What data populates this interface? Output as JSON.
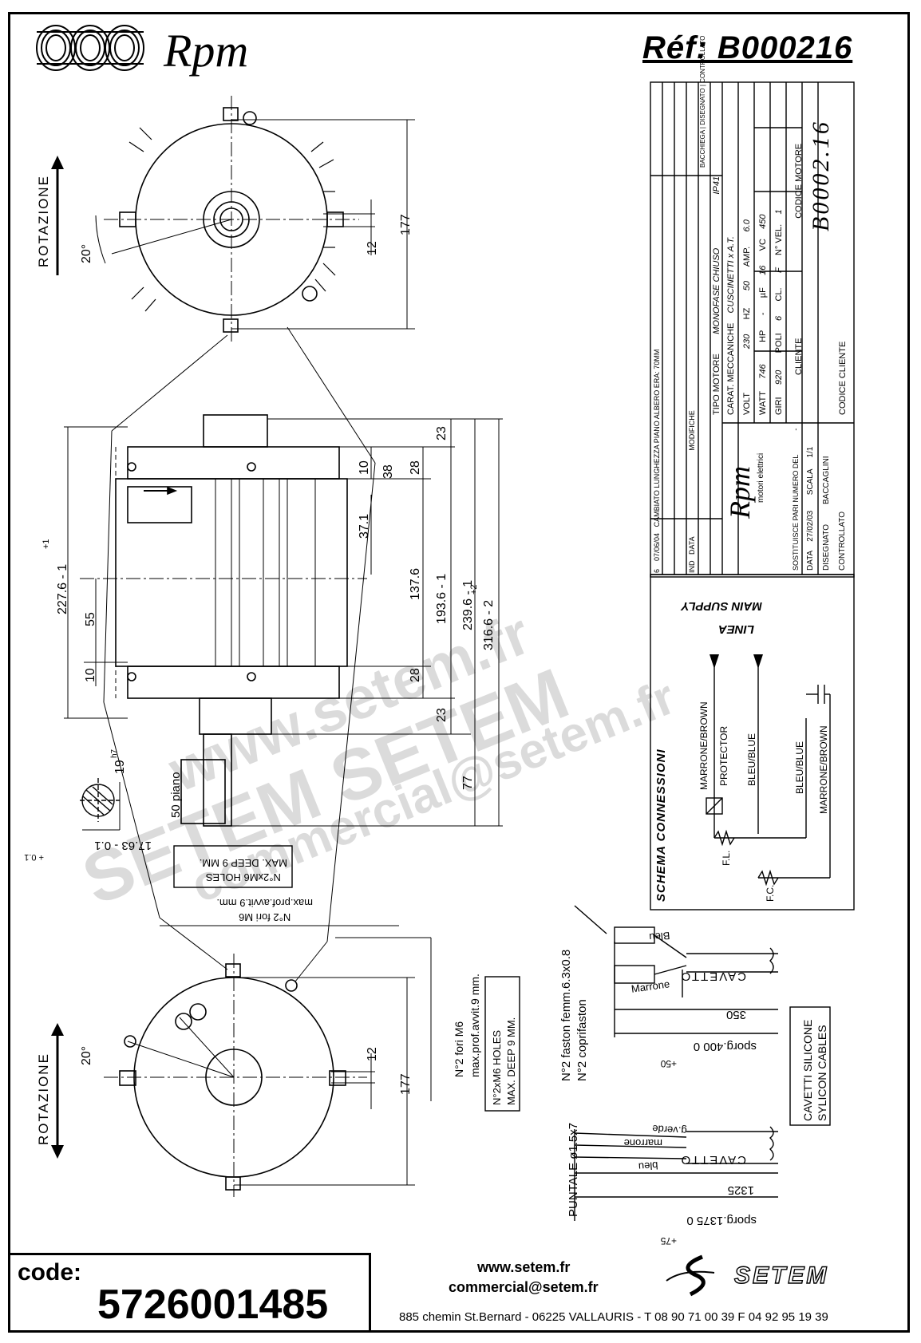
{
  "header": {
    "brand": "Rpm",
    "reference": "Réf:  B000216"
  },
  "drawing": {
    "rotation_label": "ROTAZIONE",
    "angle": "20°",
    "dim_12": "12",
    "dim_177": "177",
    "dim_23": "23",
    "dim_28": "28",
    "dim_38": "38",
    "dim_10": "10",
    "dim_37_1": "37.1",
    "dim_137_6": "137.6",
    "dim_193_6": "193.6 - 1",
    "dim_239_6": "239.6 - 1",
    "dim_316_6": "316.6 - 2",
    "dim_316_tol": "+2",
    "dim_227_6": "227.6 - 1",
    "dim_227_tol": "+1",
    "dim_55": "55",
    "dim_77": "77",
    "dim_19": "19",
    "dim_19_tol": "h7",
    "dim_50": "50",
    "dim_piano": "piano",
    "dim_17_63": "17.63 - 0.1",
    "dim_17_tol": "+ 0.1",
    "holes_it": "N°2 fori M6",
    "holes_it_depth": "max.prof.avvit.9 mm.",
    "holes_en": "N°2xM6 HOLES",
    "holes_en_depth": "MAX. DEEP 9 MM.",
    "faston": "N°2 faston femm.6.3x0.8",
    "coprifaston": "N°2 coprifaston",
    "bleu": "Bleu",
    "marrone": "Marrone",
    "cavetto": "CAVETTO",
    "dim_350": "350",
    "sporg_400": "sporg.400  0",
    "sporg_400_tol": "+50",
    "cavetti": "CAVETTI SILICONE",
    "sylicon": "SYLICON CABLES",
    "puntale": "PUNTALE ø1.5x7",
    "g_verde": "g.verde",
    "marrone2": "marrone",
    "bleu2": "bleu",
    "dim_1325": "1325",
    "sporg_1375": "sporg.1375  0",
    "sporg_1375_tol": "+75"
  },
  "title_block": {
    "mod_rows": [
      {
        "ind": "6",
        "data": "07/06/04",
        "desc": "CAMBIATO LUNGHEZZA PIANO ALBERO ERA: 70MM"
      },
      {
        "ind": "-",
        "data": "-",
        "desc": "-"
      },
      {
        "ind": "-",
        "data": "-",
        "desc": "-"
      },
      {
        "ind": "-",
        "data": "-",
        "desc": "-"
      },
      {
        "ind": "-",
        "data": "-",
        "desc": "-"
      }
    ],
    "ind_header": "IND",
    "data_header": "DATA",
    "modifiche": "MODIFICHE",
    "bacchiega": "BACCHIEGA",
    "disegnato_h": "DISEGNATO",
    "controllato_h": "CONTROLLATO",
    "tipo_motore": "TIPO MOTORE",
    "tipo_value": "MONOFASE CHIUSO",
    "ip": "IP41",
    "carat": "CARAT. MECCANICHE",
    "carat_value": "CUSCINETTI x A.T.",
    "volt_label": "VOLT",
    "volt": "230",
    "hz_label": "HZ",
    "hz": "50",
    "amp_label": "AMP.",
    "amp": "6.0",
    "watt_label": "WATT",
    "watt": "746",
    "hp_label": "HP",
    "hp": "-",
    "uf_label": "µF",
    "uf": "16",
    "vc_label": "VC",
    "vc": "450",
    "giri_label": "GIRI",
    "giri": "920",
    "poli_label": "POLI",
    "poli": "6",
    "cl_label": "CL.",
    "cl": "F",
    "nvel_label": "N° VEL.",
    "nvel": "1",
    "cliente": "CLIENTE",
    "codice_motore_label": "CODICE MOTORE",
    "codice_motore": "B0002.16",
    "codice_cliente": "CODICE CLIENTE",
    "logo_brand": "Rpm",
    "logo_sub": "motori elettrici",
    "sostituisce": "SOSTITUISCE PARI NUMERO DEL",
    "sost_value": "-",
    "data_label": "DATA",
    "data_value": "27/02/03",
    "scala_label": "SCALA",
    "scala": "1/1",
    "disegnato": "DISEGNATO",
    "disegnato_value": "BACCAGLINI",
    "controllato": "CONTROLLATO"
  },
  "schema": {
    "title": "SCHEMA CONNESSIONI",
    "main_supply": "MAIN SUPPLY",
    "linea": "LINEA",
    "marrone_brown": "MARRONE/BROWN",
    "protector": "PROTECTOR",
    "bleu_blue": "BLEU/BLUE",
    "bleu_blue2": "BLEU/BLUE",
    "marrone_brown2": "MARRONE/BROWN",
    "fl": "F.L.",
    "fc": "F.C."
  },
  "watermark": {
    "line1": "www.setem.fr",
    "line2": "SETEM SETEM",
    "line3": "commercial@setem.fr"
  },
  "footer": {
    "code_label": "code:",
    "code_value": "5726001485",
    "website": "www.setem.fr",
    "email": "commercial@setem.fr",
    "address": "885 chemin St.Bernard  -  06225 VALLAURIS  -  T 08 90 71 00 39   F 04 92 95 19 39",
    "logo": "SETEM"
  }
}
